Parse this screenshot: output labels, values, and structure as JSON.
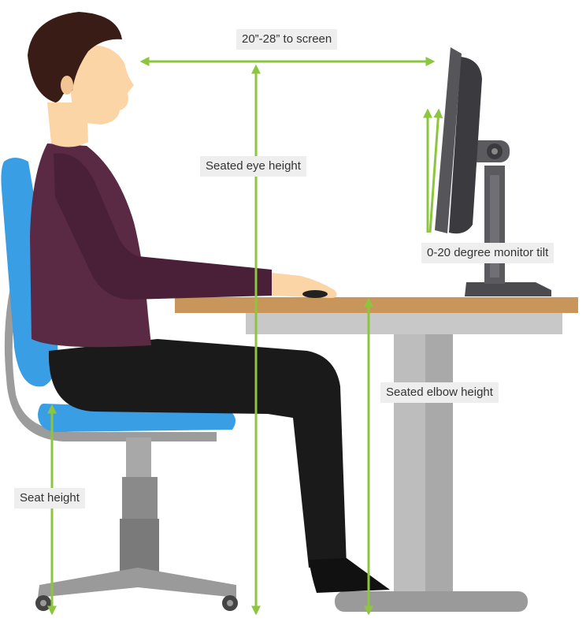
{
  "labels": {
    "distance": "20”-28” to screen",
    "eye_height": "Seated eye height",
    "monitor_tilt": "0-20 degree monitor tilt",
    "elbow_height": "Seated elbow height",
    "seat_height": "Seat height"
  },
  "colors": {
    "measure_arrow": "#8cc63f",
    "chair": "#3a9ee4",
    "shirt": "#5a2a45",
    "pants": "#1a1a1a",
    "skin": "#fbd5a6",
    "hair": "#3a1c16",
    "desk_top": "#c8955a",
    "metal": "#b0b0b0",
    "monitor": "#4a4a4f",
    "label_bg": "#eeeeee"
  }
}
